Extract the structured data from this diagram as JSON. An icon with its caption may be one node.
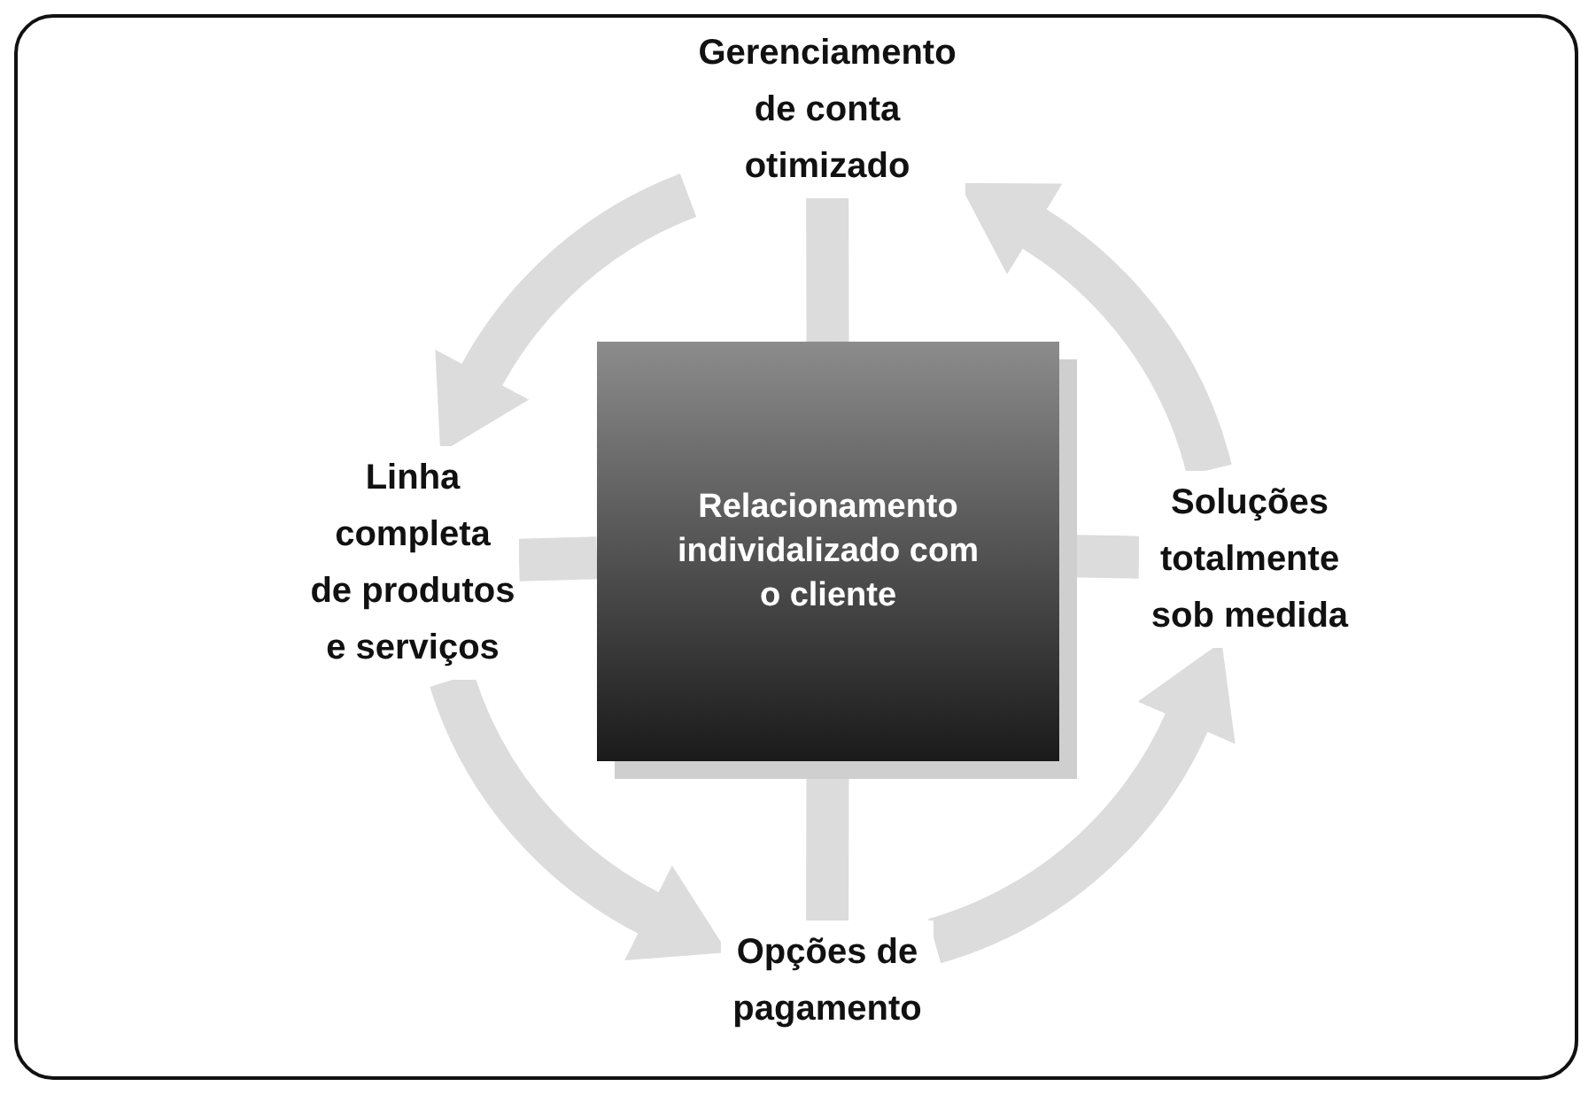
{
  "diagram": {
    "nodes": [
      {
        "text": [
          "Relacionamento individalizado com o cliente"
        ]
      },
      {
        "text": [
          "Gerenciamento de conta otimizado"
        ]
      },
      {
        "text": [
          "Soluções totalmente sob medida"
        ]
      },
      {
        "text": [
          "Opções de pagamento"
        ]
      },
      {
        "text": [
          "Linha completa de produtos e serviços"
        ]
      }
    ],
    "edges": [
      {
        "from": 0,
        "to": 1,
        "arrow": "none"
      },
      {
        "from": 0,
        "to": 2,
        "arrow": "none"
      },
      {
        "from": 0,
        "to": 3,
        "arrow": "none"
      },
      {
        "from": 0,
        "to": 4,
        "arrow": "none"
      },
      {
        "from": 1,
        "to": 4,
        "arrow": "to"
      },
      {
        "from": 4,
        "to": 3,
        "arrow": "to"
      },
      {
        "from": 3,
        "to": 2,
        "arrow": "to"
      },
      {
        "from": 2,
        "to": 1,
        "arrow": "to"
      }
    ]
  }
}
